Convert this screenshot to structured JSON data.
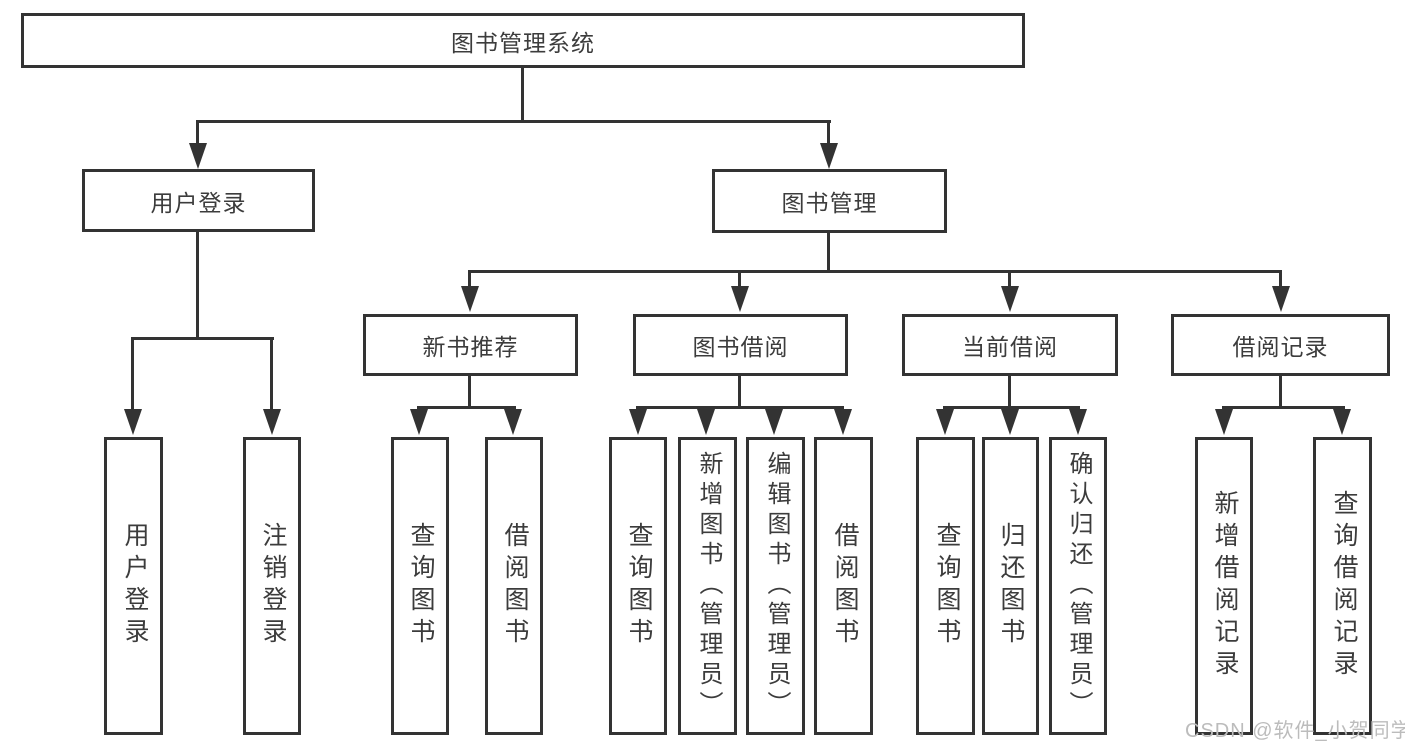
{
  "tree": {
    "root": {
      "label": "图书管理系统"
    },
    "branches": [
      {
        "label": "用户登录",
        "leaves": [
          "用户登录",
          "注销登录"
        ]
      },
      {
        "label": "图书管理",
        "children": [
          {
            "label": "新书推荐",
            "leaves": [
              "查询图书",
              "借阅图书"
            ]
          },
          {
            "label": "图书借阅",
            "leaves": [
              "查询图书",
              "新增图书（管理员）",
              "编辑图书（管理员）",
              "借阅图书"
            ]
          },
          {
            "label": "当前借阅",
            "leaves": [
              "查询图书",
              "归还图书",
              "确认归还（管理员）"
            ]
          },
          {
            "label": "借阅记录",
            "leaves": [
              "新增借阅记录",
              "查询借阅记录"
            ]
          }
        ]
      }
    ]
  },
  "watermark": {
    "text": "CSDN @软件_小贺同学"
  },
  "colors": {
    "line": "#333333",
    "text": "#3c3c3c",
    "watermark": "#bcbcbc",
    "background": "#ffffff"
  }
}
